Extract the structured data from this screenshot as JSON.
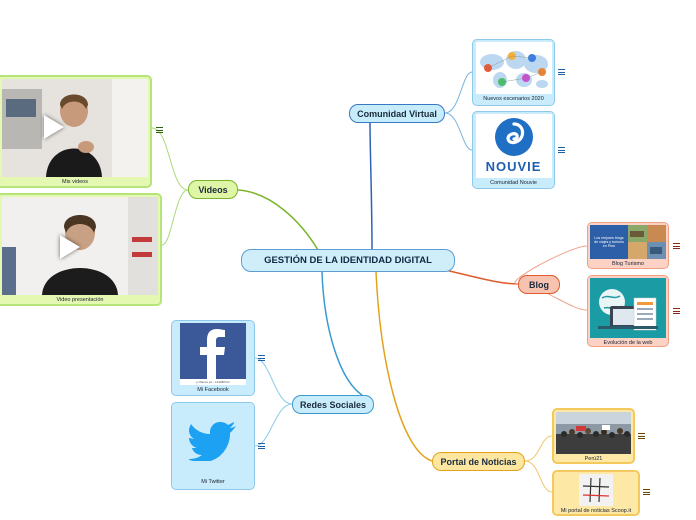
{
  "central": {
    "label": "GESTIÓN DE LA IDENTIDAD DIGITAL"
  },
  "branches": {
    "comunidad": {
      "label": "Comunidad Virtual",
      "color": "#3b78c4"
    },
    "videos": {
      "label": "Videos",
      "color": "#7bb52b"
    },
    "blog": {
      "label": "Blog",
      "color": "#e05a2d"
    },
    "redes": {
      "label": "Redes Sociales",
      "color": "#3a9ad0"
    },
    "portal": {
      "label": "Portal de Noticias",
      "color": "#e3a21c"
    }
  },
  "cards": {
    "nuevos_escenarios": {
      "caption": "Nuevos escenarios 2020"
    },
    "nouvie": {
      "caption": "Comunidad Nouvie",
      "logo_text": "NOUVIE"
    },
    "mis_videos": {
      "caption": "Mis videos"
    },
    "video_presentacion": {
      "caption": "Video presentación"
    },
    "blog_turismo": {
      "caption": "Blog Turismo",
      "thumb_text": "Los mejores blogs de viajes y turismo en Perú"
    },
    "evolucion_web": {
      "caption": "Evolución de la web"
    },
    "facebook": {
      "caption": "Mi Facebook",
      "thumb_text": "p rillance.pe - 12328PGC"
    },
    "twitter": {
      "caption": "Mi Twitter"
    },
    "peru21": {
      "caption": "Perú21"
    },
    "scoopit": {
      "caption": "Mi portal de noticias Scoop.it"
    }
  },
  "icons": {
    "note": "notes-icon",
    "play": "play-icon"
  }
}
